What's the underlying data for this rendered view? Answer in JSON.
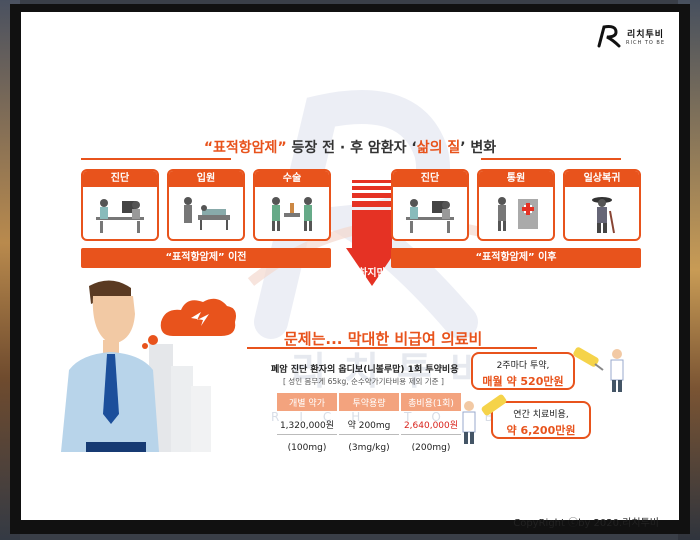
{
  "logo": {
    "name": "리치투비",
    "sub": "RICH TO BE"
  },
  "title": {
    "q_open": "“",
    "drug": "표적항암제",
    "q_close": "”",
    "mid": " 등장 전 · 후 암환자 ‘",
    "qol": "삶의 질",
    "end": "’ 변화"
  },
  "stages_before": [
    {
      "label": "진단",
      "icon": "doctor-desk-icon"
    },
    {
      "label": "입원",
      "icon": "hospital-bed-icon"
    },
    {
      "label": "수술",
      "icon": "surgery-icon"
    }
  ],
  "stages_after": [
    {
      "label": "진단",
      "icon": "doctor-desk-icon"
    },
    {
      "label": "통원",
      "icon": "outpatient-icon"
    },
    {
      "label": "일상복귀",
      "icon": "daily-life-icon"
    }
  ],
  "bar_before": "“표적항암제” 이전",
  "bar_after": "“표적항암제” 이후",
  "arrow_label": "하지만",
  "problem_title": "문제는... 막대한 비급여 의료비",
  "table": {
    "title": "폐암 진단 환자의 옵디보(니볼루맙) 1회 투약비용",
    "subtitle": "[ 성인 몸무게 65kg, 순수약가기타비용 제외 기준 ]",
    "headers": [
      "개별 약가",
      "투약용량",
      "총비용(1회)"
    ],
    "row1": [
      "1,320,000원",
      "약 200mg",
      "2,640,000원"
    ],
    "row2": [
      "(100mg)",
      "(3mg/kg)",
      "(200mg)"
    ]
  },
  "bubbles": [
    {
      "line1": "2주마다 투약,",
      "line2": "매월 약 520만원"
    },
    {
      "line1": "연간 치료비용,",
      "line2": "약 6,200만원"
    }
  ],
  "watermark": "리치투비",
  "watermark_sub": "RICH TO BE",
  "copyright": "CopyRight ⓒby 2020.리치투비",
  "colors": {
    "accent": "#e8531c",
    "header_fill": "#f3a37e"
  }
}
